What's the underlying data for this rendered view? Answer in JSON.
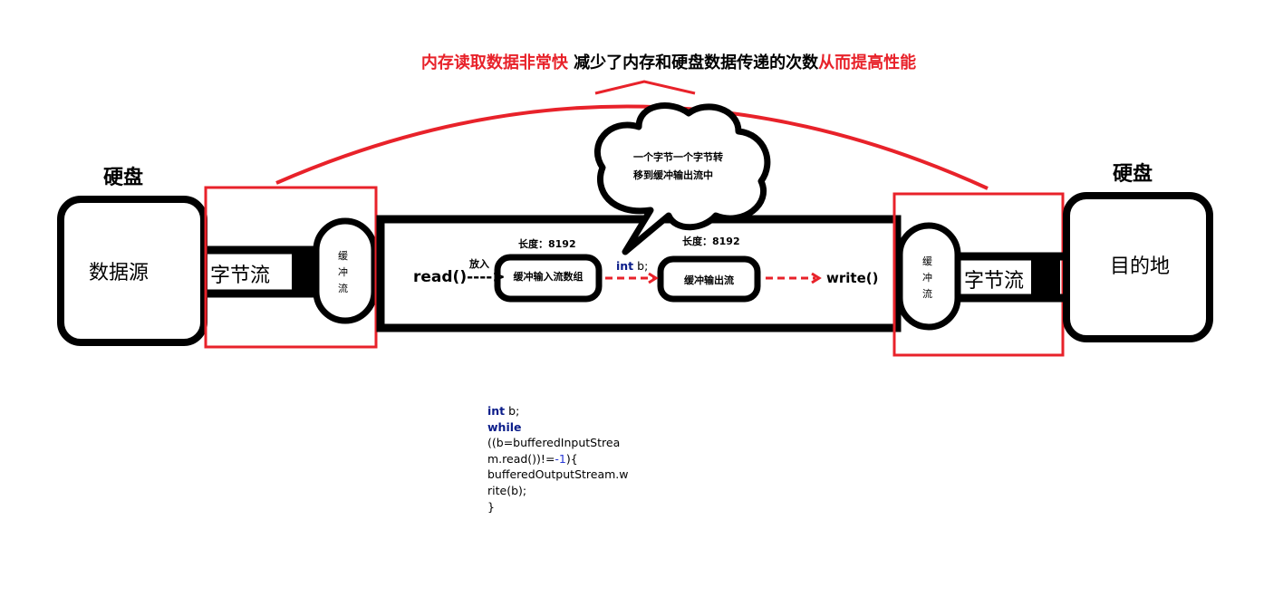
{
  "title": {
    "part1": "内存读取数据非常快",
    "part2": " 减少了内存和硬盘数据传递的次数",
    "part3": "从而提高性能"
  },
  "left": {
    "heading": "硬盘",
    "box_label": "数据源",
    "byte_stream": "字节流",
    "buffer_chars": [
      "缓",
      "冲",
      "流"
    ]
  },
  "right": {
    "heading": "硬盘",
    "box_label": "目的地",
    "byte_stream": "字节流",
    "buffer_chars": [
      "缓",
      "冲",
      "流"
    ]
  },
  "middle": {
    "read": "read()",
    "read_arrow": "---->",
    "put_in": "放入",
    "length_left": "长度：8192",
    "length_right": "长度：8192",
    "input_array": "缓冲输入流数组",
    "output_buffer": "缓冲输出流",
    "int_kw": "int",
    "int_var": " b;",
    "write": "write()"
  },
  "bubble": {
    "line1": "一个字节一个字节转",
    "line2": "移到缓冲输出流中"
  },
  "code": {
    "line1_kw": "int",
    "line1_rest": " b;",
    "line2_kw": "while",
    "line3": "((b=bufferedInputStrea",
    "line4_a": "m.read())!=",
    "line4_num": "-1",
    "line4_b": "){",
    "line5": "",
    "line6": "bufferedOutputStream.w",
    "line7": "rite(b);",
    "line8": "}"
  },
  "colors": {
    "accent": "#e8222a",
    "keyword": "#0b1d8a",
    "number": "#2737d6"
  }
}
